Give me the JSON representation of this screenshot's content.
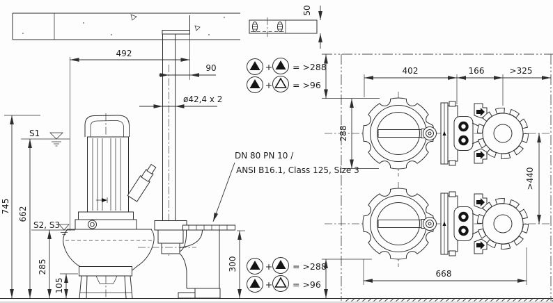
{
  "side_view": {
    "dim_width": "492",
    "dim_offset": "90",
    "pipe_label": "ø42,4 x 2",
    "dim_bracket": "50",
    "dim_total_height": "745",
    "dim_level1_height": "662",
    "dim_level23_height": "285",
    "dim_base": "105",
    "dim_flange_height": "300",
    "level1": "S1",
    "level23": "S2, S3",
    "flange_note_line1": "DN 80 PN 10 /",
    "flange_note_line2": "ANSI B16.1, Class 125, Size 3"
  },
  "plan_view": {
    "dim_pump_length": "402",
    "dim_claw": "166",
    "dim_clearance_right": ">325",
    "dim_pump_width": "288",
    "dim_pump_spacing": ">440",
    "dim_total_length": "668"
  },
  "legend": {
    "plus": "+",
    "row1_result": "= >288",
    "row2_result": "= >96"
  },
  "colors": {
    "line": "#2d2d2d",
    "paper": "#fdfdfd",
    "symbol_fill": "#141414"
  }
}
